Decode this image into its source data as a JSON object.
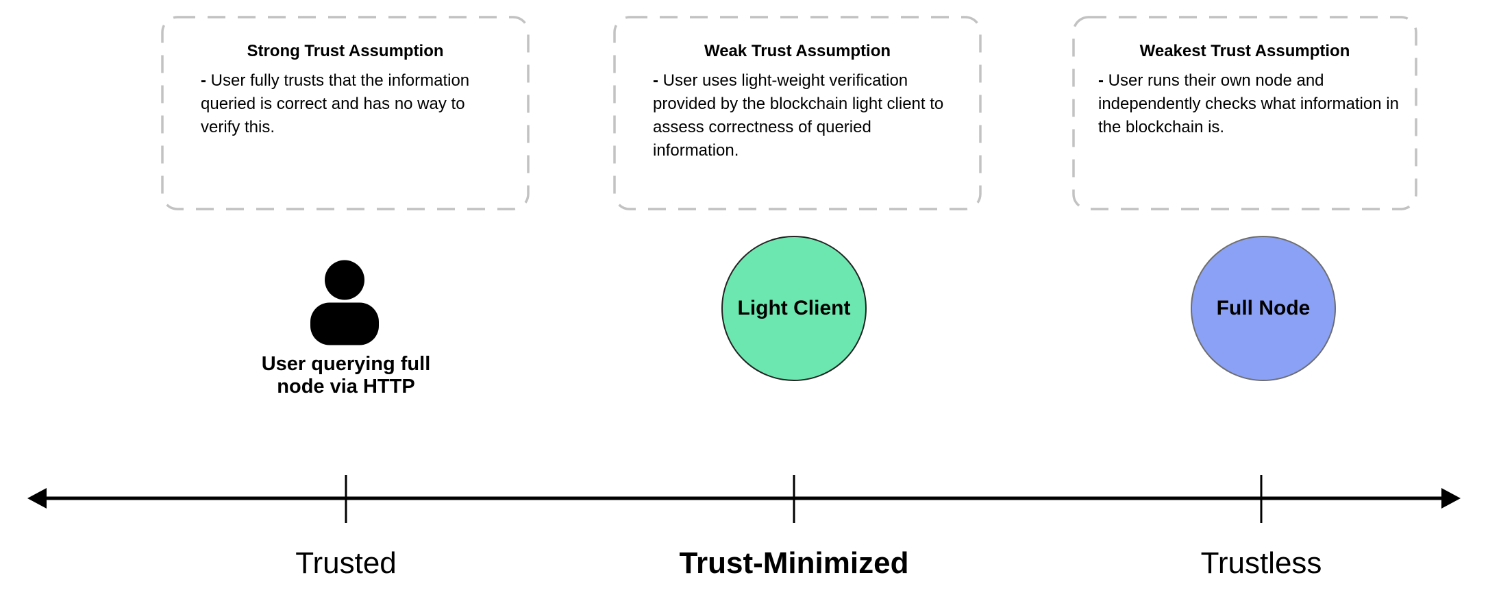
{
  "diagram": {
    "assumption_boxes": [
      {
        "id": "strong",
        "title": "Strong Trust Assumption",
        "bullet": "-",
        "body_lines": [
          " User fully trusts that the information",
          "queried is correct and has no way to",
          "verify this."
        ]
      },
      {
        "id": "weak",
        "title": "Weak Trust Assumption",
        "bullet": "-",
        "body_lines": [
          " User uses light-weight verification",
          "provided by the blockchain light client to",
          "assess correctness of queried",
          "information."
        ]
      },
      {
        "id": "weakest",
        "title": "Weakest Trust Assumption",
        "bullet": "-",
        "body_lines": [
          " User runs their own node and",
          "independently checks what information in",
          "the blockchain is."
        ]
      }
    ],
    "nodes": {
      "user": {
        "icon": "person-icon",
        "icon_color": "#000000",
        "label_lines": [
          "User querying full",
          "node via HTTP"
        ]
      },
      "light_client": {
        "label": "Light Client",
        "fill": "#6de7b0",
        "stroke": "#222222"
      },
      "full_node": {
        "label": "Full Node",
        "fill": "#8ba1f5",
        "stroke": "#6e6e6e"
      }
    },
    "axis": {
      "line_color": "#000000",
      "labels": [
        {
          "text": "Trusted",
          "weight": "regular"
        },
        {
          "text": "Trust-Minimized",
          "weight": "bold"
        },
        {
          "text": "Trustless",
          "weight": "regular"
        }
      ]
    },
    "colors": {
      "background": "#ffffff",
      "box_border": "#c2c2c2",
      "text": "#000000"
    }
  }
}
